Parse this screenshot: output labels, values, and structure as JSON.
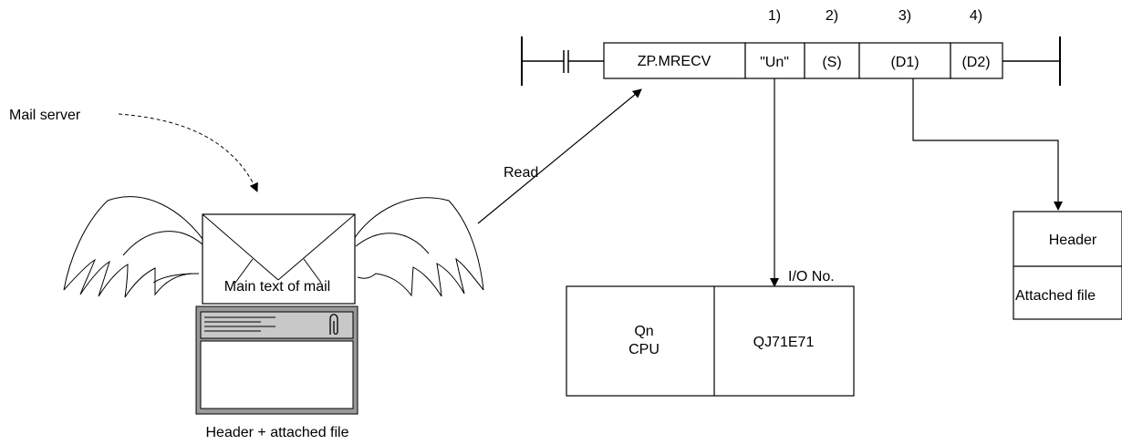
{
  "instruction": {
    "name": "ZP.MRECV",
    "operands": [
      "\"Un\"",
      "(S)",
      "(D1)",
      "(D2)"
    ],
    "operand_numbers": [
      "1)",
      "2)",
      "3)",
      "4)"
    ]
  },
  "labels": {
    "mail_server": "Mail server",
    "read": "Read",
    "main_text": "Main text of mail",
    "header_attached": "Header + attached file",
    "io_no": "I/O No."
  },
  "cpu_module": {
    "cpu_line1": "Qn",
    "cpu_line2": "CPU",
    "module": "QJ71E71"
  },
  "d1_box": {
    "header": "Header",
    "attached": "Attached file"
  },
  "icons": [
    "envelope-icon",
    "wing-icon",
    "paperclip-icon",
    "contact-icon"
  ]
}
